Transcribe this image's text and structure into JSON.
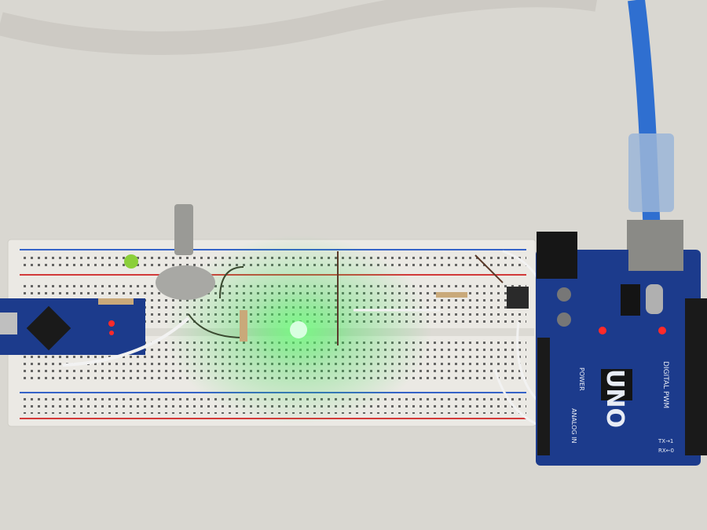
{
  "scene": {
    "arduino_uno": {
      "label": "UNO",
      "digital_label": "DIGITAL PWM",
      "power_label": "POWER",
      "analog_label": "ANALOG IN",
      "tx_label": "TX→1",
      "rx_label": "RX←0",
      "color": "#1c3b8c"
    },
    "arduino_nano": {
      "color": "#1c3b8c"
    },
    "led_green_color": "#3cff5a",
    "status_led_color": "#ff2a2a",
    "usb_cable_color": "#2f6fd0",
    "breadboard_color": "#ebe9e4"
  }
}
